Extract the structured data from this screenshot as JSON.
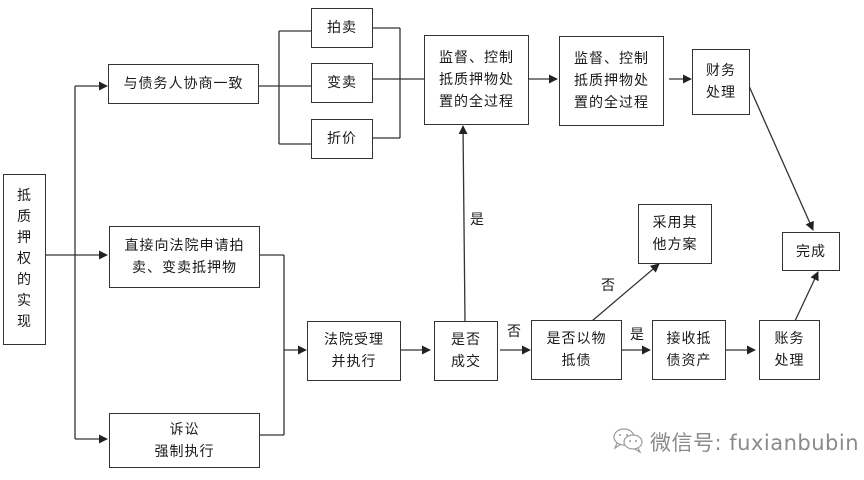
{
  "diagram": {
    "title": "抵质押权的实现",
    "nodes": {
      "root": {
        "lines": [
          "抵",
          "质",
          "押",
          "权",
          "的",
          "实",
          "现"
        ]
      },
      "negotiate": {
        "lines": [
          "与债务人协商一致"
        ]
      },
      "auction": {
        "lines": [
          "拍卖"
        ]
      },
      "sell": {
        "lines": [
          "变卖"
        ]
      },
      "discount": {
        "lines": [
          "折价"
        ]
      },
      "supervise1": {
        "lines": [
          "监督、控制",
          "抵质押物处",
          "置的全过程"
        ]
      },
      "supervise2": {
        "lines": [
          "监督、控制",
          "抵质押物处",
          "置的全过程"
        ]
      },
      "finance": {
        "lines": [
          "财务",
          "处理"
        ]
      },
      "complete": {
        "lines": [
          "完成"
        ]
      },
      "court_apply": {
        "lines": [
          "直接向法院申请拍",
          "卖、变卖抵押物"
        ]
      },
      "litigation": {
        "lines": [
          "诉讼",
          "强制执行"
        ]
      },
      "court_exec": {
        "lines": [
          "法院受理",
          "并执行"
        ]
      },
      "deal": {
        "lines": [
          "是否",
          "成交"
        ]
      },
      "offset": {
        "lines": [
          "是否以物",
          "抵债"
        ]
      },
      "other_plan": {
        "lines": [
          "采用其",
          "他方案"
        ]
      },
      "receive": {
        "lines": [
          "接收抵",
          "债资产"
        ]
      },
      "account": {
        "lines": [
          "账务",
          "处理"
        ]
      }
    },
    "edge_labels": {
      "deal_yes": "是",
      "deal_no": "否",
      "offset_no": "否",
      "offset_yes": "是"
    },
    "edges": [
      {
        "from": "root",
        "to": "negotiate"
      },
      {
        "from": "root",
        "to": "court_apply"
      },
      {
        "from": "root",
        "to": "litigation"
      },
      {
        "from": "negotiate",
        "to": "auction"
      },
      {
        "from": "negotiate",
        "to": "sell"
      },
      {
        "from": "negotiate",
        "to": "discount"
      },
      {
        "from": "auction",
        "to": "supervise1"
      },
      {
        "from": "sell",
        "to": "supervise1"
      },
      {
        "from": "discount",
        "to": "supervise1"
      },
      {
        "from": "supervise1",
        "to": "supervise2"
      },
      {
        "from": "supervise2",
        "to": "finance"
      },
      {
        "from": "finance",
        "to": "complete"
      },
      {
        "from": "court_apply",
        "to": "court_exec"
      },
      {
        "from": "litigation",
        "to": "court_exec"
      },
      {
        "from": "court_exec",
        "to": "deal"
      },
      {
        "from": "deal",
        "to": "supervise1",
        "label": "是"
      },
      {
        "from": "deal",
        "to": "offset",
        "label": "否"
      },
      {
        "from": "offset",
        "to": "other_plan",
        "label": "否"
      },
      {
        "from": "offset",
        "to": "receive",
        "label": "是"
      },
      {
        "from": "receive",
        "to": "account"
      },
      {
        "from": "account",
        "to": "complete"
      }
    ]
  },
  "watermark": {
    "icon": "wechat-icon",
    "text": "微信号: fuxianbubin"
  }
}
